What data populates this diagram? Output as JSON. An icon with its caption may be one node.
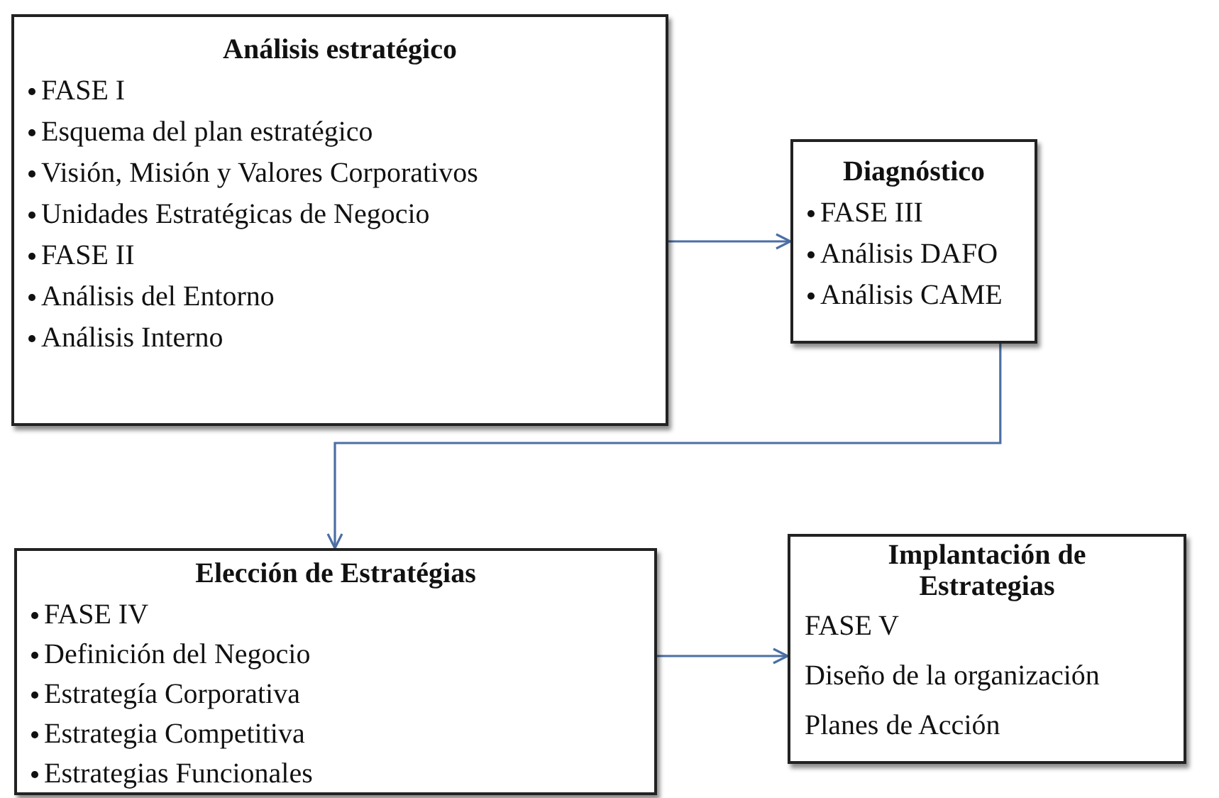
{
  "diagram": {
    "nodes": [
      {
        "text": [
          "Análisis estratégico",
          "FASE I",
          "Esquema del plan estratégico",
          "Visión, Misión y Valores Corporativos",
          "Unidades Estratégicas de Negocio",
          "FASE II",
          "Análisis del Entorno",
          "Análisis Interno"
        ]
      },
      {
        "text": [
          "Diagnóstico",
          "FASE III",
          "Análisis DAFO",
          "Análisis CAME"
        ]
      },
      {
        "text": [
          "Elección de Estratégias",
          "FASE IV",
          "Definición del Negocio",
          "Estrategía Corporativa",
          "Estrategia Competitiva",
          "Estrategias Funcionales"
        ]
      },
      {
        "text": [
          "Implantación de Estrategias",
          "FASE V",
          "Diseño de la organización",
          "Planes de Acción"
        ]
      }
    ],
    "edges": [
      {
        "from": 0,
        "to": 1,
        "arrow": "to"
      },
      {
        "from": 1,
        "to": 2,
        "arrow": "to"
      },
      {
        "from": 2,
        "to": 3,
        "arrow": "to"
      }
    ]
  }
}
